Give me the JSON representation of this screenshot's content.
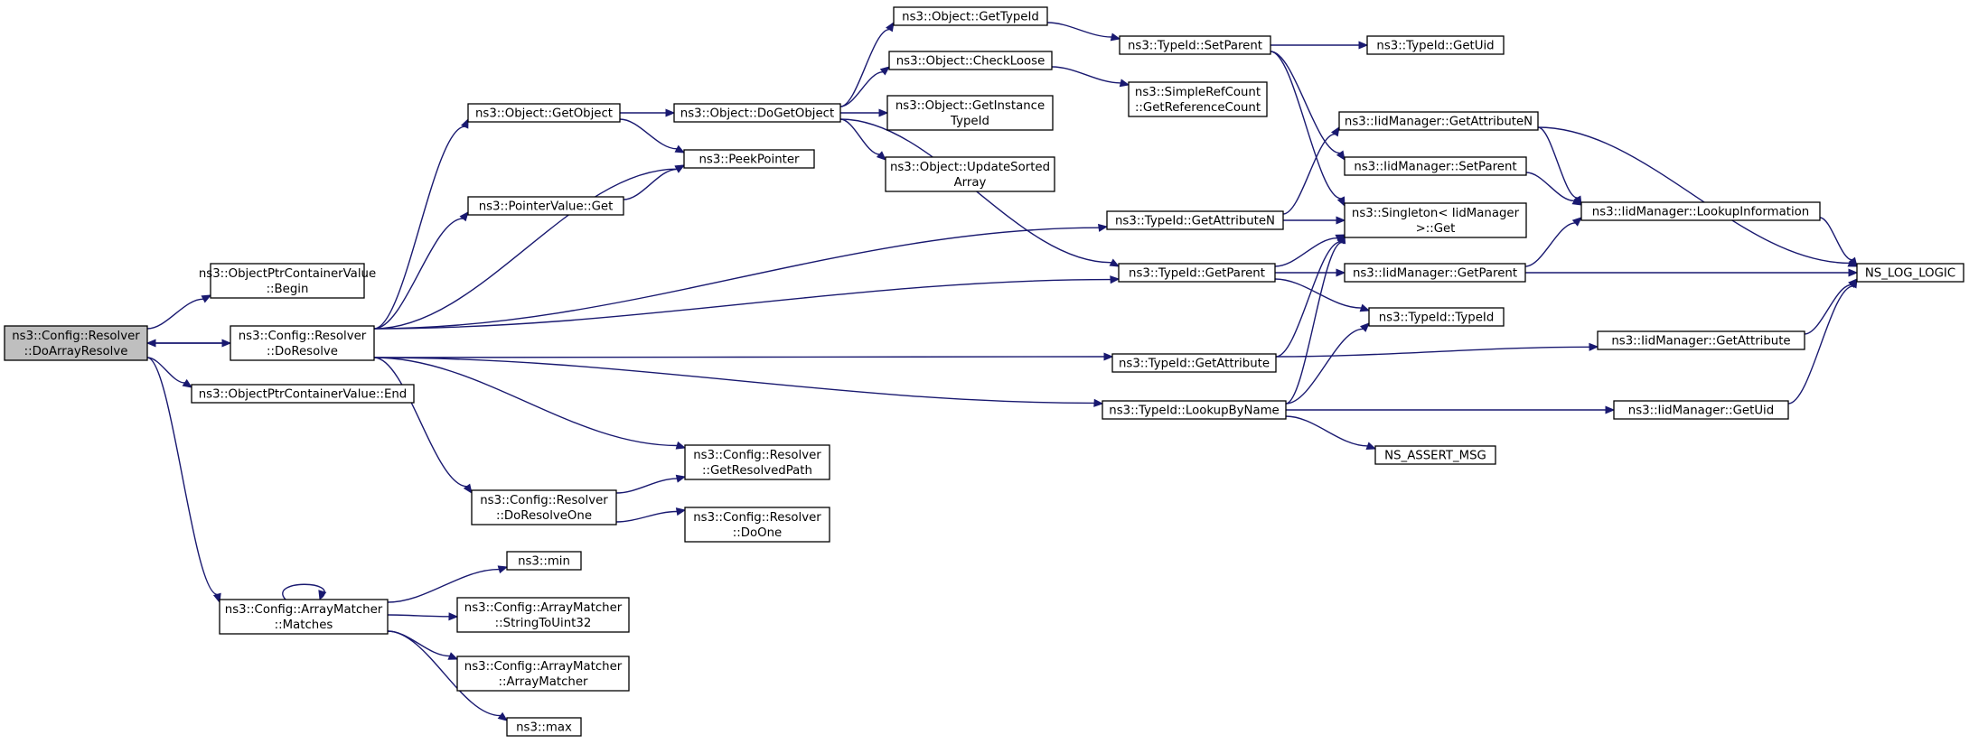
{
  "diagram": {
    "nodes": [
      {
        "id": "root",
        "lines": [
          "ns3::Config::Resolver",
          "::DoArrayResolve"
        ],
        "highlight": true
      },
      {
        "id": "opcv_begin",
        "lines": [
          "ns3::ObjectPtrContainerValue",
          "::Begin"
        ]
      },
      {
        "id": "doresolve",
        "lines": [
          "ns3::Config::Resolver",
          "::DoResolve"
        ]
      },
      {
        "id": "opcv_end",
        "lines": [
          "ns3::ObjectPtrContainerValue::End"
        ]
      },
      {
        "id": "matches",
        "lines": [
          "ns3::Config::ArrayMatcher",
          "::Matches"
        ]
      },
      {
        "id": "getobject",
        "lines": [
          "ns3::Object::GetObject"
        ]
      },
      {
        "id": "pvget",
        "lines": [
          "ns3::PointerValue::Get"
        ]
      },
      {
        "id": "peekpointer",
        "lines": [
          "ns3::PeekPointer"
        ]
      },
      {
        "id": "dogetobject",
        "lines": [
          "ns3::Object::DoGetObject"
        ]
      },
      {
        "id": "gettypeid",
        "lines": [
          "ns3::Object::GetTypeId"
        ]
      },
      {
        "id": "checkloose",
        "lines": [
          "ns3::Object::CheckLoose"
        ]
      },
      {
        "id": "getinstancetypeid",
        "lines": [
          "ns3::Object::GetInstance",
          "TypeId"
        ]
      },
      {
        "id": "updatesorted",
        "lines": [
          "ns3::Object::UpdateSorted",
          "Array"
        ]
      },
      {
        "id": "setparent",
        "lines": [
          "ns3::TypeId::SetParent"
        ]
      },
      {
        "id": "getrefcount",
        "lines": [
          "ns3::SimpleRefCount",
          "::GetReferenceCount"
        ]
      },
      {
        "id": "tid_getuid",
        "lines": [
          "ns3::TypeId::GetUid"
        ]
      },
      {
        "id": "tid_getattrn",
        "lines": [
          "ns3::TypeId::GetAttributeN"
        ]
      },
      {
        "id": "tid_getparent",
        "lines": [
          "ns3::TypeId::GetParent"
        ]
      },
      {
        "id": "tid_getattr",
        "lines": [
          "ns3::TypeId::GetAttribute"
        ]
      },
      {
        "id": "lookupbyname",
        "lines": [
          "ns3::TypeId::LookupByName"
        ]
      },
      {
        "id": "iid_getattrn",
        "lines": [
          "ns3::IidManager::GetAttributeN"
        ]
      },
      {
        "id": "iid_setparent",
        "lines": [
          "ns3::IidManager::SetParent"
        ]
      },
      {
        "id": "singleton",
        "lines": [
          "ns3::Singleton< IidManager",
          ">::Get"
        ]
      },
      {
        "id": "iid_getparent",
        "lines": [
          "ns3::IidManager::GetParent"
        ]
      },
      {
        "id": "tid_typeid",
        "lines": [
          "ns3::TypeId::TypeId"
        ]
      },
      {
        "id": "assertmsg",
        "lines": [
          "NS_ASSERT_MSG"
        ]
      },
      {
        "id": "lookupinfo",
        "lines": [
          "ns3::IidManager::LookupInformation"
        ]
      },
      {
        "id": "loglogic",
        "lines": [
          "NS_LOG_LOGIC"
        ]
      },
      {
        "id": "iid_getattr",
        "lines": [
          "ns3::IidManager::GetAttribute"
        ]
      },
      {
        "id": "iid_getuid",
        "lines": [
          "ns3::IidManager::GetUid"
        ]
      },
      {
        "id": "getresolvedpath",
        "lines": [
          "ns3::Config::Resolver",
          "::GetResolvedPath"
        ]
      },
      {
        "id": "doresolveone",
        "lines": [
          "ns3::Config::Resolver",
          "::DoResolveOne"
        ]
      },
      {
        "id": "doone",
        "lines": [
          "ns3::Config::Resolver",
          "::DoOne"
        ]
      },
      {
        "id": "min",
        "lines": [
          "ns3::min"
        ]
      },
      {
        "id": "stringtouint32",
        "lines": [
          "ns3::Config::ArrayMatcher",
          "::StringToUint32"
        ]
      },
      {
        "id": "arraymatcher",
        "lines": [
          "ns3::Config::ArrayMatcher",
          "::ArrayMatcher"
        ]
      },
      {
        "id": "max",
        "lines": [
          "ns3::max"
        ]
      }
    ],
    "edges": [
      {
        "from": "root",
        "to": "opcv_begin"
      },
      {
        "from": "root",
        "to": "doresolve"
      },
      {
        "from": "root",
        "to": "opcv_end"
      },
      {
        "from": "root",
        "to": "matches"
      },
      {
        "from": "doresolve",
        "to": "root"
      },
      {
        "from": "doresolve",
        "to": "getobject"
      },
      {
        "from": "doresolve",
        "to": "peekpointer"
      },
      {
        "from": "doresolve",
        "to": "pvget"
      },
      {
        "from": "doresolve",
        "to": "tid_getattrn"
      },
      {
        "from": "doresolve",
        "to": "tid_getparent"
      },
      {
        "from": "doresolve",
        "to": "tid_getattr"
      },
      {
        "from": "doresolve",
        "to": "lookupbyname"
      },
      {
        "from": "doresolve",
        "to": "getresolvedpath"
      },
      {
        "from": "doresolve",
        "to": "doresolveone"
      },
      {
        "from": "getobject",
        "to": "dogetobject"
      },
      {
        "from": "getobject",
        "to": "peekpointer"
      },
      {
        "from": "pvget",
        "to": "peekpointer"
      },
      {
        "from": "dogetobject",
        "to": "gettypeid"
      },
      {
        "from": "dogetobject",
        "to": "checkloose"
      },
      {
        "from": "dogetobject",
        "to": "getinstancetypeid"
      },
      {
        "from": "dogetobject",
        "to": "updatesorted"
      },
      {
        "from": "dogetobject",
        "to": "tid_getparent"
      },
      {
        "from": "gettypeid",
        "to": "setparent"
      },
      {
        "from": "checkloose",
        "to": "getrefcount"
      },
      {
        "from": "setparent",
        "to": "tid_getuid"
      },
      {
        "from": "setparent",
        "to": "iid_setparent"
      },
      {
        "from": "setparent",
        "to": "singleton"
      },
      {
        "from": "tid_getattrn",
        "to": "iid_getattrn"
      },
      {
        "from": "tid_getattrn",
        "to": "singleton"
      },
      {
        "from": "tid_getparent",
        "to": "singleton"
      },
      {
        "from": "tid_getparent",
        "to": "iid_getparent"
      },
      {
        "from": "tid_getparent",
        "to": "tid_typeid"
      },
      {
        "from": "tid_getattr",
        "to": "singleton"
      },
      {
        "from": "tid_getattr",
        "to": "iid_getattr"
      },
      {
        "from": "lookupbyname",
        "to": "singleton"
      },
      {
        "from": "lookupbyname",
        "to": "tid_typeid"
      },
      {
        "from": "lookupbyname",
        "to": "iid_getuid"
      },
      {
        "from": "lookupbyname",
        "to": "assertmsg"
      },
      {
        "from": "iid_getattrn",
        "to": "lookupinfo"
      },
      {
        "from": "iid_getattrn",
        "to": "loglogic"
      },
      {
        "from": "iid_setparent",
        "to": "lookupinfo"
      },
      {
        "from": "iid_getparent",
        "to": "lookupinfo"
      },
      {
        "from": "iid_getparent",
        "to": "loglogic"
      },
      {
        "from": "lookupinfo",
        "to": "loglogic"
      },
      {
        "from": "iid_getattr",
        "to": "loglogic"
      },
      {
        "from": "iid_getuid",
        "to": "loglogic"
      },
      {
        "from": "doresolveone",
        "to": "getresolvedpath"
      },
      {
        "from": "doresolveone",
        "to": "doone"
      },
      {
        "from": "matches",
        "to": "matches"
      },
      {
        "from": "matches",
        "to": "min"
      },
      {
        "from": "matches",
        "to": "stringtouint32"
      },
      {
        "from": "matches",
        "to": "arraymatcher"
      },
      {
        "from": "matches",
        "to": "max"
      }
    ],
    "colors": {
      "edge": "#191970",
      "node_border": "#000000",
      "node_fill": "#ffffff",
      "highlight_fill": "#bfbfbf"
    }
  }
}
